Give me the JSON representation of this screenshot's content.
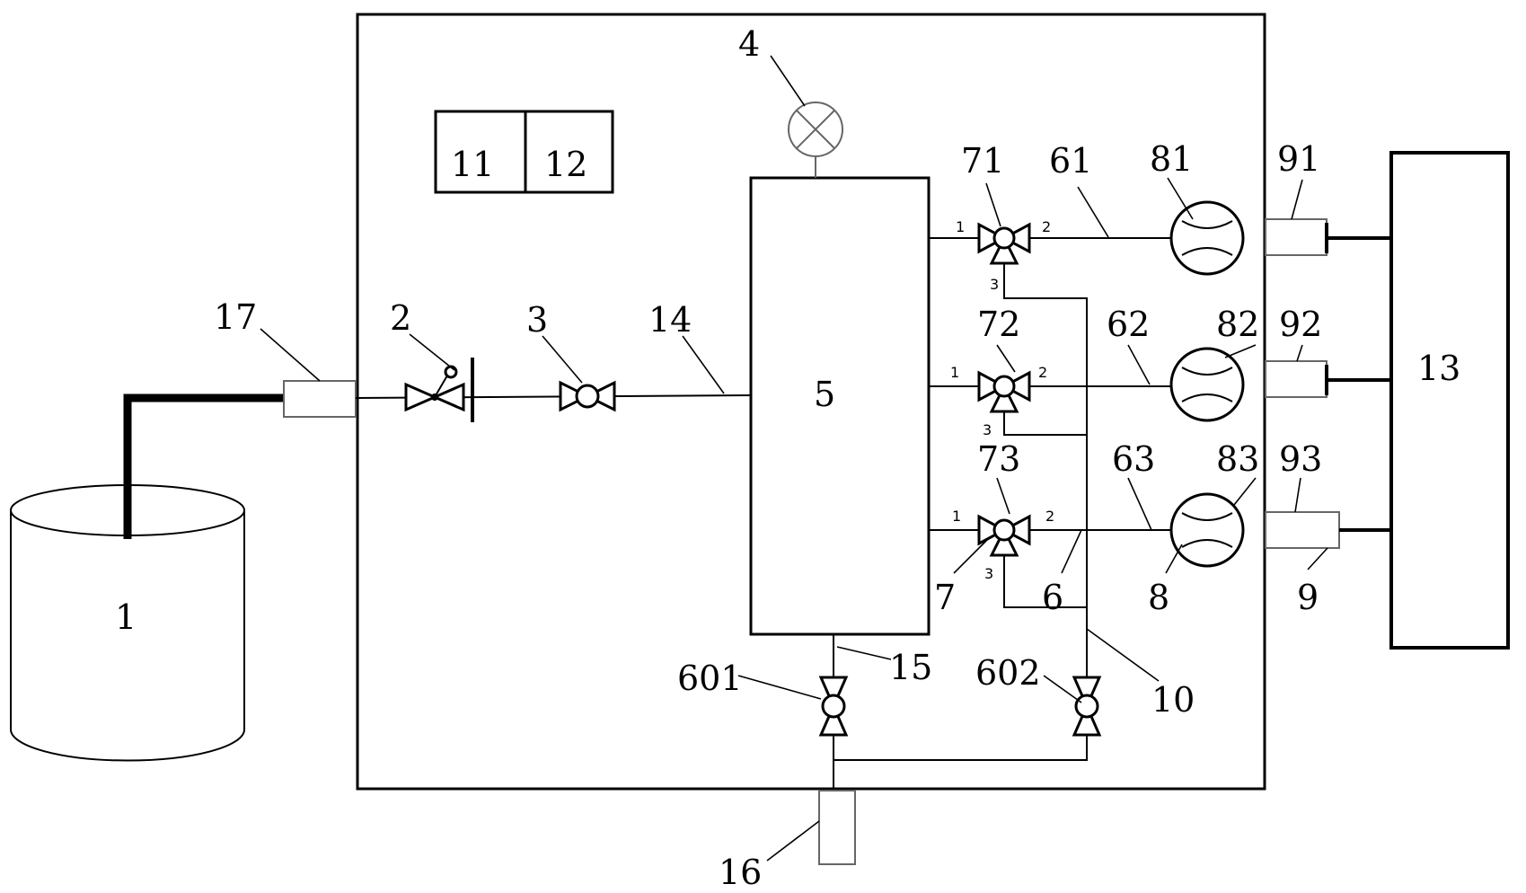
{
  "labels": {
    "tank": "1",
    "inlet_valve": "2",
    "filter_valve": "3",
    "gauge": "4",
    "vessel": "5",
    "branch_pipe": "6",
    "branch_pipe_1": "61",
    "branch_pipe_2": "62",
    "branch_pipe_3": "63",
    "drain_valve_1": "601",
    "drain_valve_2": "602",
    "three_way_valve": "7",
    "three_way_valve_1": "71",
    "three_way_valve_2": "72",
    "three_way_valve_3": "73",
    "flow_meter": "8",
    "flow_meter_1": "81",
    "flow_meter_2": "82",
    "flow_meter_3": "83",
    "connector": "9",
    "connector_1": "91",
    "connector_2": "92",
    "connector_3": "93",
    "return_pipe": "10",
    "controller_a": "11",
    "controller_b": "12",
    "test_device": "13",
    "main_pipe": "14",
    "bottom_pipe": "15",
    "outlet": "16",
    "inlet_connector": "17"
  },
  "port_labels": {
    "port_1": "1",
    "port_2": "2",
    "port_3": "3"
  }
}
